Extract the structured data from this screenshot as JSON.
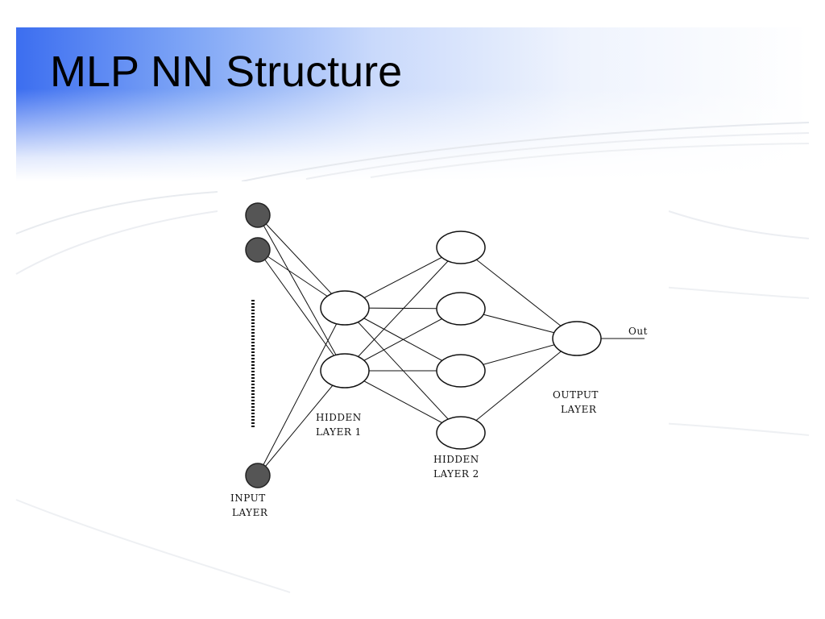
{
  "slide": {
    "title": "MLP NN Structure"
  },
  "diagram": {
    "labels": {
      "input_line1": "INPUT",
      "input_line2": "LAYER",
      "hidden1_line1": "HIDDEN",
      "hidden1_line2": "LAYER 1",
      "hidden2_line1": "HIDDEN",
      "hidden2_line2": "LAYER 2",
      "output_line1": "OUTPUT",
      "output_line2": "LAYER",
      "out": "Out"
    },
    "layers": {
      "input_nodes_drawn": 3,
      "hidden1_nodes": 2,
      "hidden2_nodes": 4,
      "output_nodes": 1
    },
    "colors": {
      "input_node_fill": "#555555",
      "hidden_node_fill": "#ffffff",
      "edge_color": "#111111",
      "title_band_start": "#3c6ef0"
    }
  }
}
